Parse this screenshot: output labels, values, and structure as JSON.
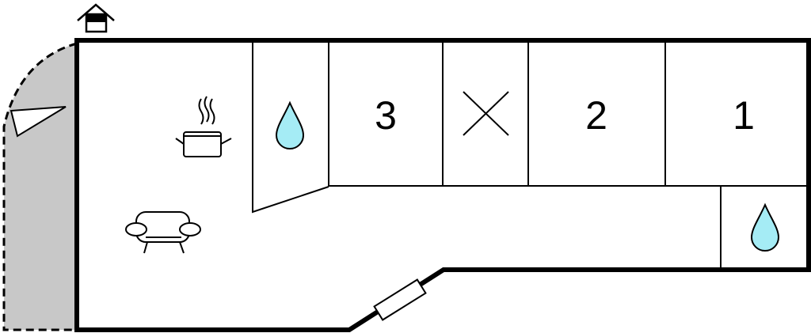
{
  "rooms": {
    "bedroom_3": {
      "label": "3"
    },
    "bedroom_2": {
      "label": "2"
    },
    "bedroom_1": {
      "label": "1"
    }
  },
  "icons": {
    "house": "house-icon",
    "kitchen": "cooking-pot-icon",
    "living": "sofa-icon",
    "bathroom": "water-drop-icon",
    "toilet": "water-drop-icon",
    "not_available": "cross-icon",
    "entrance": "door-icon",
    "terrace": "flag-icon"
  },
  "colors": {
    "wall": "#000000",
    "terrace": "#c8c8c8",
    "water": "#a5ecf5",
    "background": "#ffffff"
  }
}
